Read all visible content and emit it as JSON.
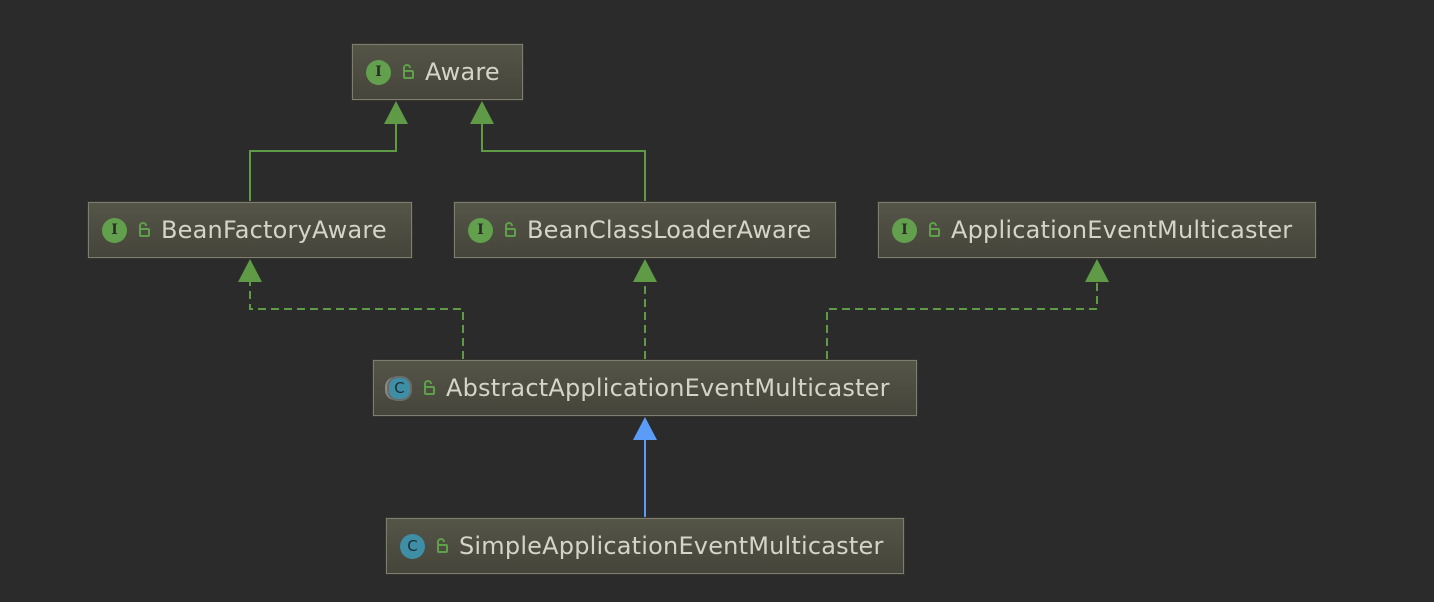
{
  "nodes": {
    "aware": {
      "kind": "I",
      "name": "Aware"
    },
    "bean_factory_aware": {
      "kind": "I",
      "name": "BeanFactoryAware"
    },
    "bean_class_loader_aware": {
      "kind": "I",
      "name": "BeanClassLoaderAware"
    },
    "application_event_multicaster": {
      "kind": "I",
      "name": "ApplicationEventMulticaster"
    },
    "abstract_application_event_multicaster": {
      "kind": "C",
      "name": "AbstractApplicationEventMulticaster",
      "abstract": true
    },
    "simple_application_event_multicaster": {
      "kind": "C",
      "name": "SimpleApplicationEventMulticaster"
    }
  },
  "edges": [
    {
      "from": "bean_factory_aware",
      "to": "aware",
      "type": "extends"
    },
    {
      "from": "bean_class_loader_aware",
      "to": "aware",
      "type": "extends"
    },
    {
      "from": "abstract_application_event_multicaster",
      "to": "bean_factory_aware",
      "type": "implements"
    },
    {
      "from": "abstract_application_event_multicaster",
      "to": "bean_class_loader_aware",
      "type": "implements"
    },
    {
      "from": "abstract_application_event_multicaster",
      "to": "application_event_multicaster",
      "type": "implements"
    },
    {
      "from": "simple_application_event_multicaster",
      "to": "abstract_application_event_multicaster",
      "type": "extends-class"
    }
  ],
  "colors": {
    "background": "#2b2b2b",
    "node_fill": "#4f4f43",
    "node_border": "#7d7d70",
    "interface_edge": "#5f9a47",
    "class_edge": "#5a9cf8",
    "interface_icon": "#62a04e",
    "class_icon": "#3e8fa6",
    "label_text": "#d4d4c8"
  },
  "icons": {
    "interface": "interface-icon",
    "class": "class-icon",
    "abstract_class": "abstract-class-icon",
    "visibility": "public-unlock-icon"
  }
}
